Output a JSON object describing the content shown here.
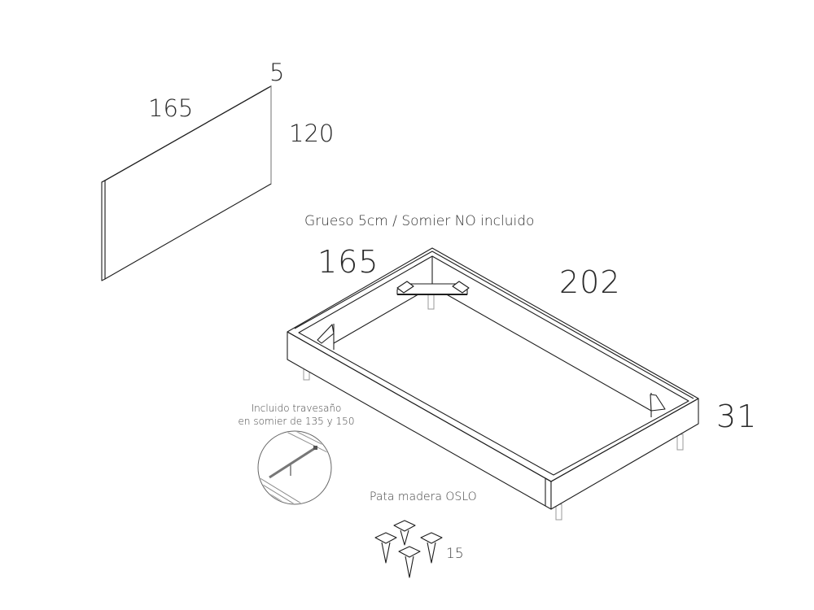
{
  "headboard": {
    "width_label": "165",
    "thickness_label": "5",
    "height_label": "120"
  },
  "bed_base": {
    "note": "Grueso 5cm / Somier NO incluido",
    "width_label": "165",
    "length_label": "202",
    "height_label": "31"
  },
  "crossbar_detail": {
    "line1": "Incluido travesaño",
    "line2": "en somier de 135 y 150"
  },
  "legs": {
    "title": "Pata madera OSLO",
    "height_label": "15",
    "count": 4
  },
  "colors": {
    "line": "#1e1e1e",
    "text": "#2b2b2b",
    "background": "#ffffff"
  }
}
